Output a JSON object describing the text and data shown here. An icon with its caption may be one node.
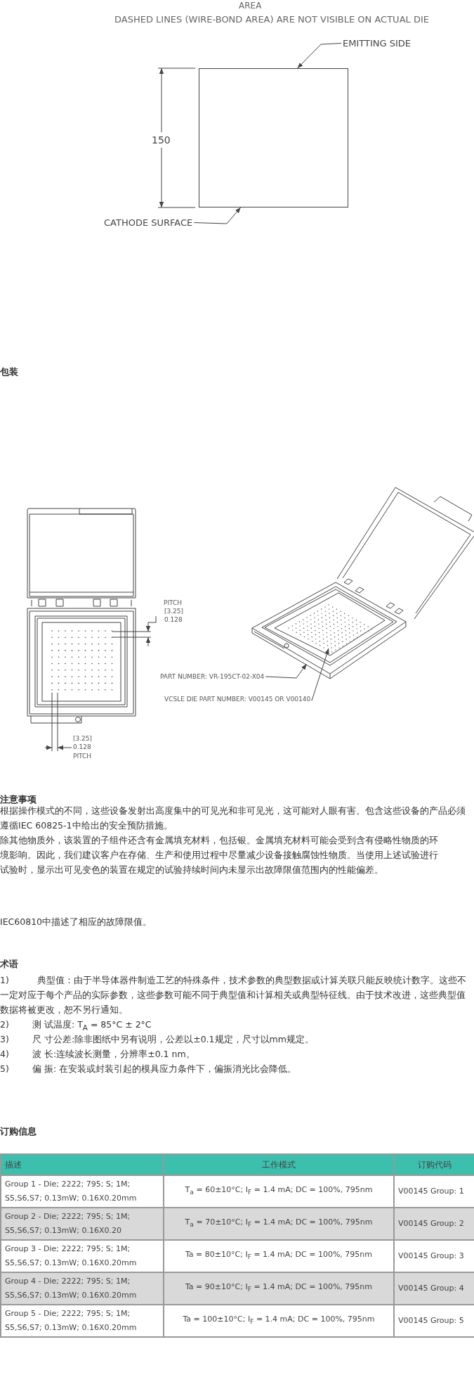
{
  "diagram": {
    "nodes": [
      {
        "text": [],
        "shape": "box"
      },
      {
        "text": [
          "EMITTING SIDE"
        ]
      },
      {
        "text": [
          "CATHODE SURFACE"
        ]
      },
      {
        "text": [
          "PART NUMBER: VR-195CT-02-X04"
        ]
      },
      {
        "text": [
          "VCSLE DIE PART NUMBER: V00145 OR V00140"
        ]
      },
      {
        "text": [],
        "shape": "picture"
      },
      {
        "text": [],
        "shape": "picture",
        "in": 5
      }
    ],
    "edges": [
      {
        "from": 1,
        "to": 0,
        "arrow": "to"
      },
      {
        "from": 2,
        "to": 0,
        "arrow": "to"
      },
      {
        "from": 3,
        "to": 5,
        "arrow": "to"
      },
      {
        "from": 4,
        "to": 6,
        "arrow": "to"
      }
    ],
    "labels": [
      "AREA",
      "DASHED LINES (WIRE-BOND AREA) ARE NOT VISIBLE ON ACTUAL DIE",
      "150",
      "包装",
      "PITCH",
      "[3.25]",
      "0.128",
      "[3.25]",
      "0.128",
      "PITCH",
      "注意事项",
      "根据操作模式的不同，这些设备发射出高度集中的可见光和非可见光，这可能对人眼有害。包含这些设备的产品必须遵循IEC 60825-1中给出的安全预防措施。",
      "除其他物质外，该装置的子组件还含有金属填充材料，包括银。金属填充材料可能会受到含有侵略性物质的环境影响。因此，我们建议客户在存储、生产和使用过程中尽量减少设备接触腐蚀性物质。当使用上述试验进行试验时，显示出可见变色的装置在规定的试验持续时间内未显示出故障限值范围内的性能偏差。",
      "IEC60810中描述了相应的故障限值。",
      "术语",
      "1) 典型值：由于半导体器件制造工艺的特殊条件，技术参数的典型数据或计算关联只能反映统计数字。这些不一定对应于每个产品的实际参数，这些参数可能不同于典型值和计算相关或典型特征线。由于技术改进，这些典型值数据将被更改，恕不另行通知。",
      "2) 测 试温度: T$_{A}$ = 85°C ± 2°C",
      "3) 尺 寸公差:除非图纸中另有说明，公差以±0.1规定，尺寸以mm规定。",
      "4) 波 长:连续波长测量，分辨率±0.1 nm。",
      "5) 偏 振: 在安装或封装引起的模具应力条件下，偏振消光比会降低。",
      "订购信息",
      "描述",
      "工作模式",
      "订购代码",
      "Group 1 - Die; 2222; 795; S; 1M; S5,S6,S7; 0.13mW; 0.16X0.20mm",
      "T$_{a}$ = 60±10°C; I$_{F}$ = 1.4 mA; DC = 100%, 795nm",
      "V00145 Group: 1",
      "Group 2 - Die; 2222; 795; S; 1M; S5,S6,S7; 0.13mW; 0.16X0.20",
      "T$_{a}$ = 70±10°C; I$_{F}$ = 1.4 mA; DC = 100%, 795nm",
      "V00145 Group: 2",
      "Group 3 - Die; 2222; 795; S; 1M; S5,S6,S7; 0.13mW; 0.16X0.20mm",
      "Ta = 80±10°C; I$_{F}$ = 1.4 mA; DC = 100%, 795nm",
      "V00145 Group: 3",
      "Group 4 - Die; 2222; 795; S; 1M; S5,S6,S7; 0.13mW; 0.16X0.20mm",
      "Ta = 90±10°C; I$_{F}$ = 1.4 mA; DC = 100%, 795nm",
      "V00145 Group: 4",
      "Group 5 - Die; 2222; 795; S; 1M; S5,S6,S7; 0.13mW; 0.16X0.20mm",
      "Ta = 100±10°C; I$_{F}$ = 1.4 mA; DC = 100%, 795nm",
      "V00145 Group: 5"
    ]
  }
}
